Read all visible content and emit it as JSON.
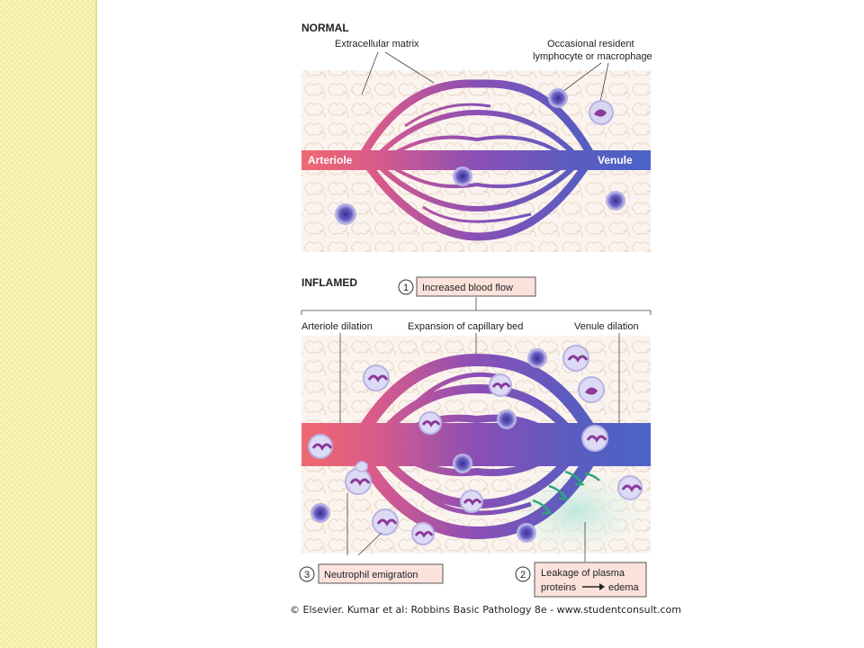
{
  "normal": {
    "title": "NORMAL",
    "extracellular_label": "Extracellular matrix",
    "resident_label_1": "Occasional resident",
    "resident_label_2": "lymphocyte or macrophage",
    "arteriole_label": "Arteriole",
    "venule_label": "Venule"
  },
  "inflamed": {
    "title": "INFLAMED",
    "step1_number": "1",
    "step1_label": "Increased blood flow",
    "arteriole_dilation": "Arteriole dilation",
    "capillary_expansion": "Expansion of capillary bed",
    "venule_dilation": "Venule dilation",
    "step3_number": "3",
    "step3_label": "Neutrophil emigration",
    "step2_number": "2",
    "step2_label_1": "Leakage of plasma",
    "step2_label_2a": "proteins",
    "step2_label_2b": "edema"
  },
  "credit": "© Elsevier. Kumar et al: Robbins Basic Pathology 8e - www.studentconsult.com",
  "colors": {
    "arteriole": "#f0686f",
    "venule": "#4a64c8",
    "capillary_mid": "#8a4fb6",
    "step_box_fill": "#fbe3dc",
    "edema": "#cfeee6",
    "band": "#f4ec9e"
  }
}
